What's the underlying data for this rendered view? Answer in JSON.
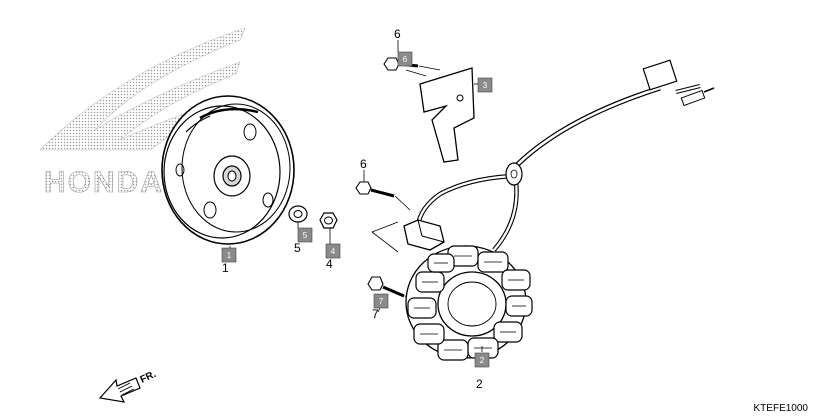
{
  "watermark": {
    "brand_text": "HONDA"
  },
  "diagram_code": "KTEFE1000",
  "front_indicator": "FR.",
  "parts": [
    {
      "key": "flywheel",
      "ref": "1",
      "callout": "1"
    },
    {
      "key": "stator",
      "ref": "2",
      "callout": "2"
    },
    {
      "key": "clamp",
      "ref": "3",
      "callout": ""
    },
    {
      "key": "nut",
      "ref": "4",
      "callout": "4"
    },
    {
      "key": "washer",
      "ref": "5",
      "callout": "5"
    },
    {
      "key": "bolt-upper",
      "ref": "6",
      "callout": "6"
    },
    {
      "key": "bolt-middle",
      "ref": "6",
      "callout": "6"
    },
    {
      "key": "bolt-lower",
      "ref": "7",
      "callout": "7"
    }
  ]
}
